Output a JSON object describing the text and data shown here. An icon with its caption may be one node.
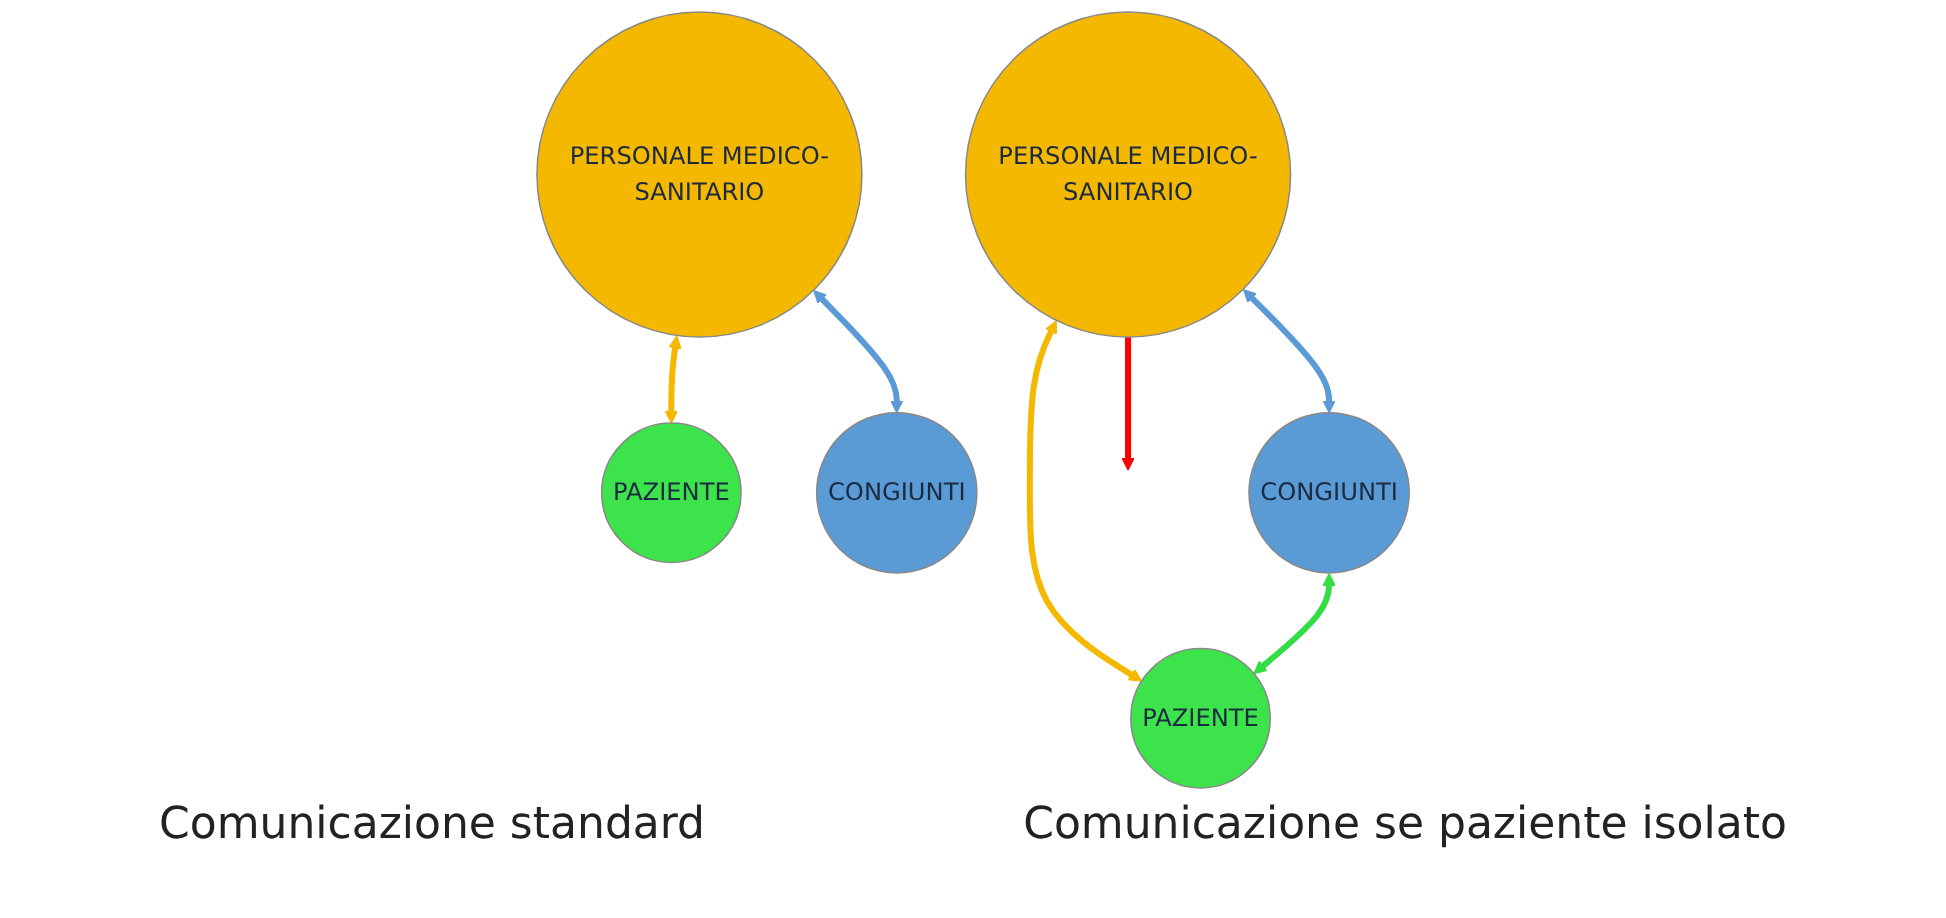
{
  "diagram": {
    "nodes": [
      {
        "text": [
          "PERSONALE MEDICO-SANITARIO"
        ]
      },
      {
        "text": [
          "CONGIUNTI"
        ]
      },
      {
        "text": [
          "PAZIENTE"
        ]
      },
      {
        "text": [
          "PERSONALE MEDICO-SANITARIO"
        ]
      },
      {
        "text": [
          "CONGIUNTI"
        ]
      },
      {
        "text": [
          "PAZIENTE"
        ]
      }
    ],
    "edges": [
      {
        "from": 0,
        "to": 1,
        "arrow": "both",
        "color": "#5b9bd5"
      },
      {
        "from": 0,
        "to": null,
        "arrow": "to",
        "color": "#ff0000"
      },
      {
        "from": 0,
        "to": 2,
        "arrow": "both",
        "color": "#f5b800"
      },
      {
        "from": 1,
        "to": 2,
        "arrow": "both",
        "color": "#33dd44"
      },
      {
        "from": 3,
        "to": 4,
        "arrow": "both",
        "color": "#5b9bd5"
      },
      {
        "from": 3,
        "to": 5,
        "arrow": "both",
        "color": "#f5b800"
      }
    ],
    "labels": [
      "Comunicazione standard",
      "Comunicazione se paziente isolato"
    ]
  }
}
